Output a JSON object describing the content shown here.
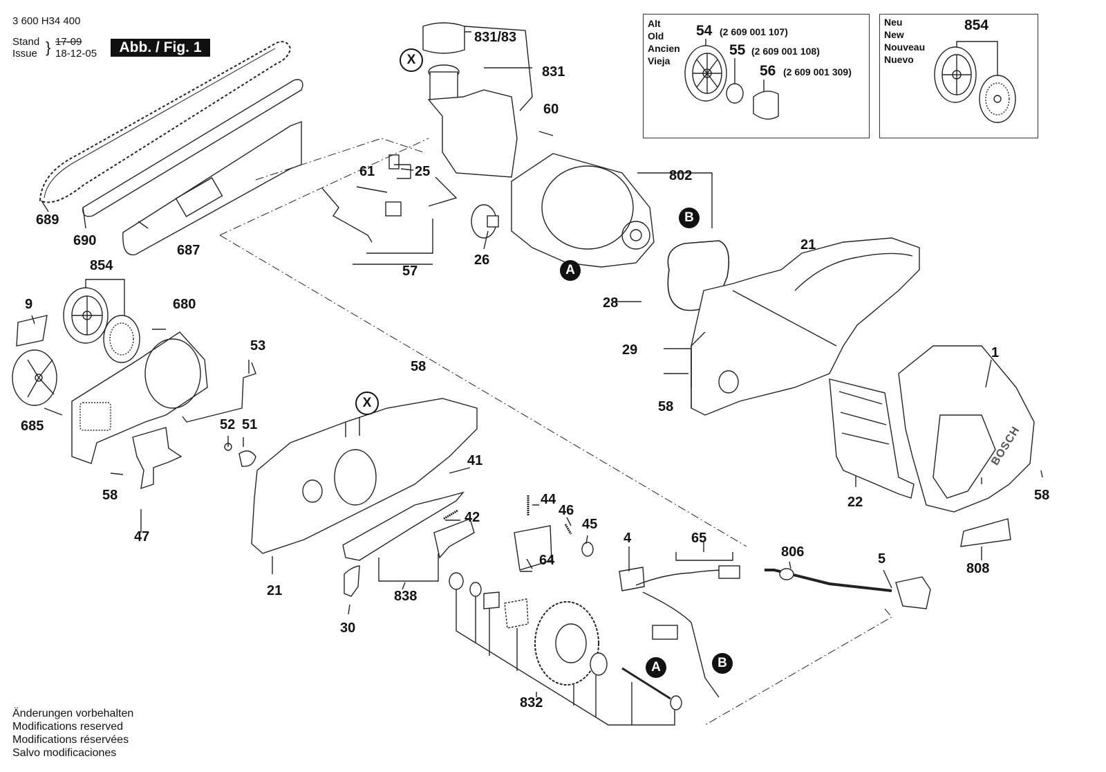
{
  "header": {
    "doc_number": "3 600 H34 400",
    "stand_label": "Stand",
    "issue_label": "Issue",
    "stand_date": "17-09",
    "issue_date": "18-12-05",
    "figure_label": "Abb. / Fig. 1"
  },
  "inset_old": {
    "languages": [
      "Alt",
      "Old",
      "Ancien",
      "Vieja"
    ],
    "parts": [
      {
        "number": "54",
        "code": "(2 609 001 107)"
      },
      {
        "number": "55",
        "code": "(2 609 001 108)"
      },
      {
        "number": "56",
        "code": "(2 609 001 309)"
      }
    ]
  },
  "inset_new": {
    "languages": [
      "Neu",
      "New",
      "Nouveau",
      "Nuevo"
    ],
    "parts": [
      {
        "number": "854"
      }
    ]
  },
  "callouts": {
    "c831_83": "831/83",
    "c831": "831",
    "c60": "60",
    "c802": "802",
    "c61": "61",
    "c25": "25",
    "c57": "57",
    "c26": "26",
    "c21_top": "21",
    "c689": "689",
    "c690": "690",
    "c687": "687",
    "c854": "854",
    "c9": "9",
    "c680": "680",
    "c685": "685",
    "c28": "28",
    "c29": "29",
    "c58_a": "58",
    "c1": "1",
    "c53": "53",
    "c58_b": "58",
    "c52": "52",
    "c51": "51",
    "c58_c": "58",
    "c47": "47",
    "c41": "41",
    "c42": "42",
    "c44": "44",
    "c46": "46",
    "c45": "45",
    "c64": "64",
    "c21_bottom": "21",
    "c838": "838",
    "c30": "30",
    "c4": "4",
    "c65": "65",
    "c806": "806",
    "c5": "5",
    "c22": "22",
    "c58_d": "58",
    "c808": "808",
    "c832": "832"
  },
  "markers": {
    "x_top": "X",
    "x_mid": "X",
    "a_motor": "A",
    "b_motor": "B",
    "a_cable": "A",
    "b_cable": "B"
  },
  "notes": [
    "Änderungen vorbehalten",
    "Modifications reserved",
    "Modifications réservées",
    "Salvo modificaciones"
  ],
  "logo_text": "BOSCH"
}
